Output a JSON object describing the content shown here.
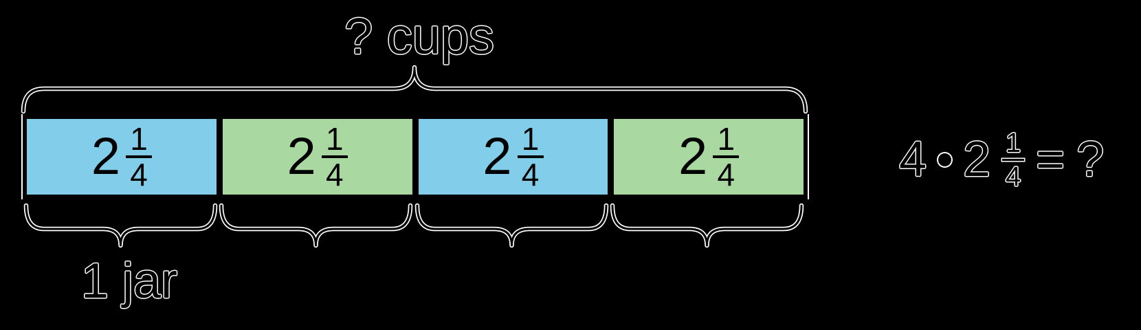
{
  "colors": {
    "segment_blue": "#82cde9",
    "segment_green": "#a9d8a0",
    "ink": "#000000",
    "halo": "#ffffff",
    "background": "#000000"
  },
  "top_brace_label": "? cups",
  "bottom_brace_label": "1 jar",
  "tape": {
    "segments": [
      {
        "value": "2",
        "numerator": "1",
        "denominator": "4",
        "color": "segment_blue"
      },
      {
        "value": "2",
        "numerator": "1",
        "denominator": "4",
        "color": "segment_green"
      },
      {
        "value": "2",
        "numerator": "1",
        "denominator": "4",
        "color": "segment_blue"
      },
      {
        "value": "2",
        "numerator": "1",
        "denominator": "4",
        "color": "segment_green"
      }
    ]
  },
  "equation": {
    "multiplier": "4",
    "operator": "·",
    "whole": "2",
    "numerator": "1",
    "denominator": "4",
    "equals_sign": "=",
    "result": "?"
  }
}
